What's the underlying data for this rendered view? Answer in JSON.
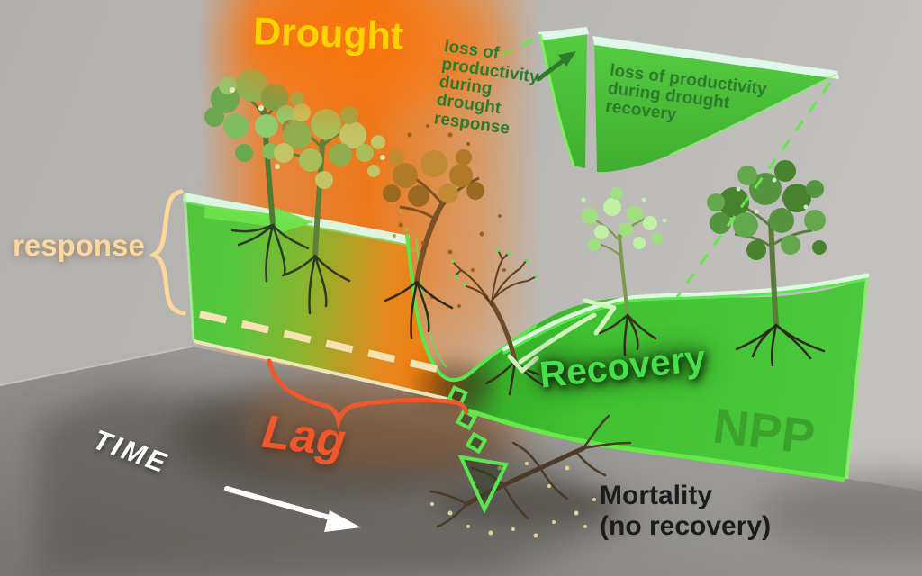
{
  "labels": {
    "drought": "Drought",
    "response": "response",
    "lag": "Lag",
    "time": "TIME",
    "recovery": "Recovery",
    "npp": "NPP",
    "mortality": "Mortality\n(no recovery)",
    "loss_during_response": "loss of\nproductivity\nduring\ndrought\nresponse",
    "loss_during_recovery": "loss of productivity\nduring drought\nrecovery"
  },
  "colors": {
    "wall_gray": "#b7b5b2",
    "floor_gray": "#8e8c89",
    "drought_orange": "#f4781a",
    "drought_text_yellow": "#ffd200",
    "npp_slab_green": "#4cc43c",
    "edge_highlight_mint": "#dff8e8",
    "curve_outline_green": "#58e84e",
    "recovery_text_green": "#46e04a",
    "npp_text_green": "#3aa02a",
    "response_text_cream": "#fcd8a0",
    "lag_text_red": "#f2572b",
    "loss_text_dark_green": "#2e7b2e",
    "time_text_white": "#ffffff",
    "mortality_text_black": "#1c1c1c"
  },
  "scene": {
    "trees": [
      {
        "name": "tree-healthy",
        "state": "green canopy"
      },
      {
        "name": "tree-early-stress",
        "state": "yellowing canopy"
      },
      {
        "name": "tree-drought-stressed",
        "state": "brown canopy, leaf fall"
      },
      {
        "name": "tree-defoliated",
        "state": "bare branches, first buds"
      },
      {
        "name": "tree-resprouting",
        "state": "sparse light green canopy"
      },
      {
        "name": "tree-recovered",
        "state": "full green canopy"
      },
      {
        "name": "tree-dead-fallen",
        "state": "fallen dead tree"
      }
    ]
  }
}
